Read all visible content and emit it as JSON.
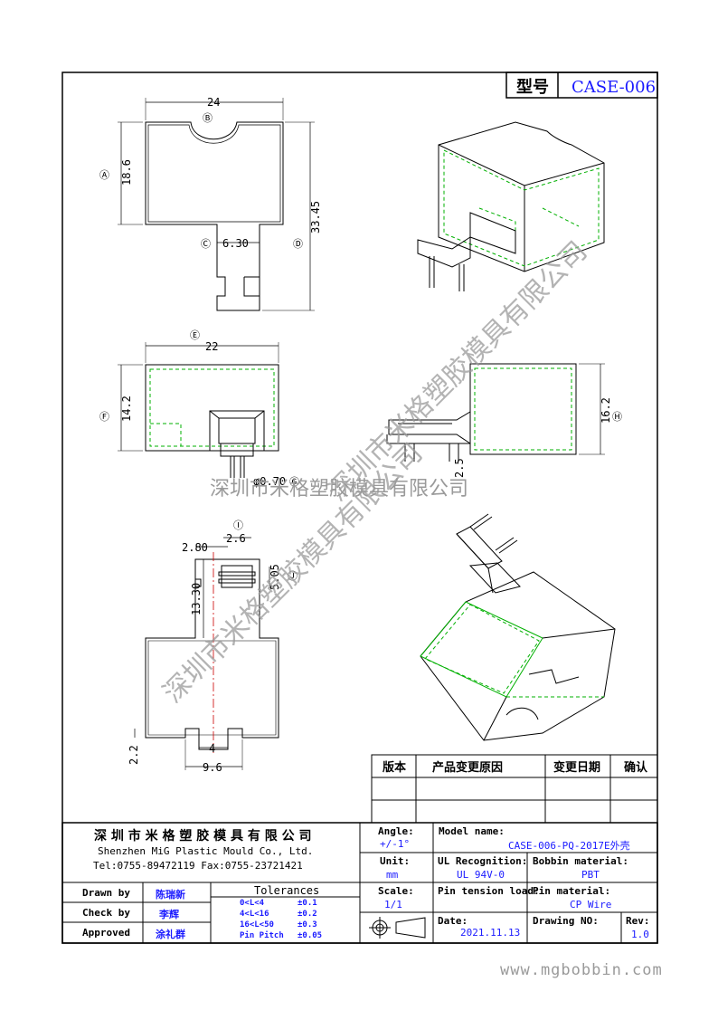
{
  "model_label": "型号",
  "model_value": "CASE-006",
  "dims": {
    "top_width": "24",
    "top_height": "18.6",
    "top_total": "33.45",
    "pin_width": "6.30",
    "front_width": "22",
    "front_height": "14.2",
    "pin_dia": "φ0.70",
    "side_height": "16.2",
    "side_pin": "2.5",
    "bot_280": "2.80",
    "bot_26": "2.6",
    "bot_1330": "13.30",
    "bot_505": "5.05",
    "bot_22": "2.2",
    "bot_4": "4",
    "bot_96": "9.6"
  },
  "callouts": {
    "A": "Ⓐ",
    "B": "Ⓑ",
    "C": "Ⓒ",
    "D": "Ⓓ",
    "E": "Ⓔ",
    "F": "Ⓕ",
    "G": "Ⓖ",
    "H": "Ⓗ",
    "I": "Ⓘ",
    "J": "Ⓙ"
  },
  "watermark": {
    "horizontal": "深圳市米格塑胶模具有限公司",
    "diag1": "深圳市米格塑胶模具有限公司",
    "diag2": "深圳市米格塑胶模具有限公司"
  },
  "revision_table": {
    "headers": [
      "版本",
      "产品变更原因",
      "变更日期",
      "确认"
    ]
  },
  "company": {
    "name_cn": "深 圳 市 米 格 塑 胶 模 具 有 限 公 司",
    "name_en": "Shenzhen MiG Plastic Mould Co., Ltd.",
    "contact": "Tel:0755-89472119   Fax:0755-23721421"
  },
  "signoff": [
    {
      "role": "Drawn by",
      "name": "陈瑞新"
    },
    {
      "role": "Check by",
      "name": "李辉"
    },
    {
      "role": "Approved",
      "name": "涂礼群"
    }
  ],
  "tolerances": {
    "title": "Tolerances",
    "rows": [
      {
        "range": "0<L<4",
        "value": "±0.1"
      },
      {
        "range": "4<L<16",
        "value": "±0.2"
      },
      {
        "range": "16<L<50",
        "value": "±0.3"
      },
      {
        "range": "Pin Pitch",
        "value": "±0.05"
      }
    ]
  },
  "fields": {
    "angle_label": "Angle:",
    "angle_value": "+/-1°",
    "unit_label": "Unit:",
    "unit_value": "mm",
    "scale_label": "Scale:",
    "scale_value": "1/1",
    "model_name_label": "Model name:",
    "model_name_value": "CASE-006-PQ-2017E外壳",
    "ul_label": "UL Recognition:",
    "ul_value": "UL 94V-0",
    "bobbin_label": "Bobbin material:",
    "bobbin_value": "PBT",
    "pin_tension_label": "Pin tension load:",
    "pin_material_label": "Pin material:",
    "pin_material_value": "CP Wire",
    "date_label": "Date:",
    "date_value": "2021.11.13",
    "drawing_no_label": "Drawing NO:",
    "rev_label": "Rev:",
    "rev_value": "1.0"
  },
  "website": "www.mgbobbin.com",
  "colors": {
    "outline": "#000000",
    "hidden": "#00b000",
    "value": "#1a1aff",
    "center": "#cc0000",
    "watermark": "#9a9a9a"
  }
}
